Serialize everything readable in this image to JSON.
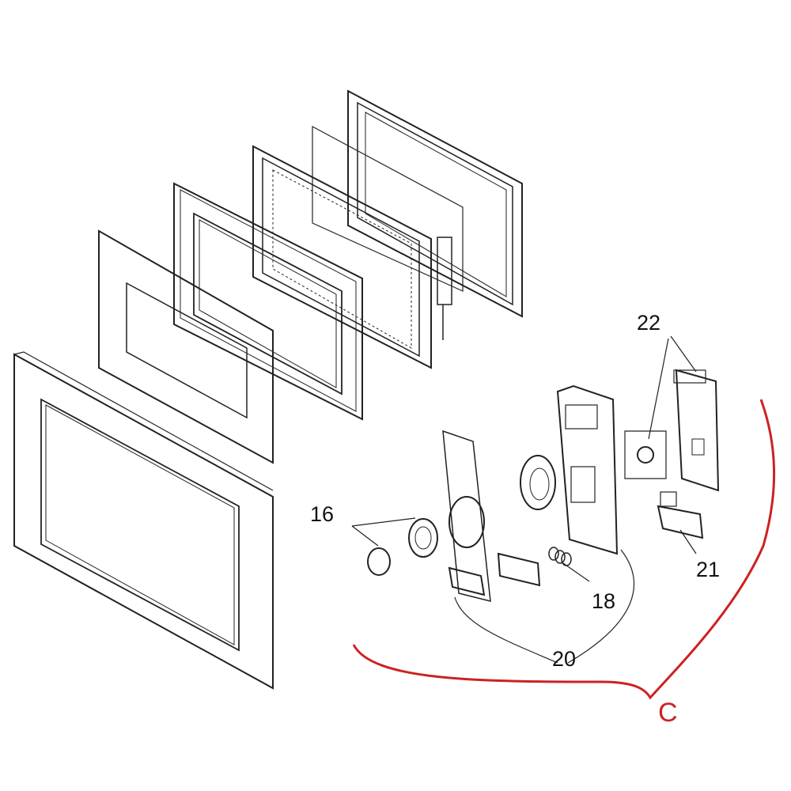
{
  "diagram": {
    "title": "Microwave door exploded parts view",
    "callouts": [
      {
        "id": "16",
        "text": "16"
      },
      {
        "id": "18",
        "text": "18"
      },
      {
        "id": "20",
        "text": "20"
      },
      {
        "id": "21",
        "text": "21"
      },
      {
        "id": "22",
        "text": "22"
      }
    ],
    "group_label": "C",
    "colors": {
      "line": "#222222",
      "bracket": "#cc2222"
    }
  }
}
